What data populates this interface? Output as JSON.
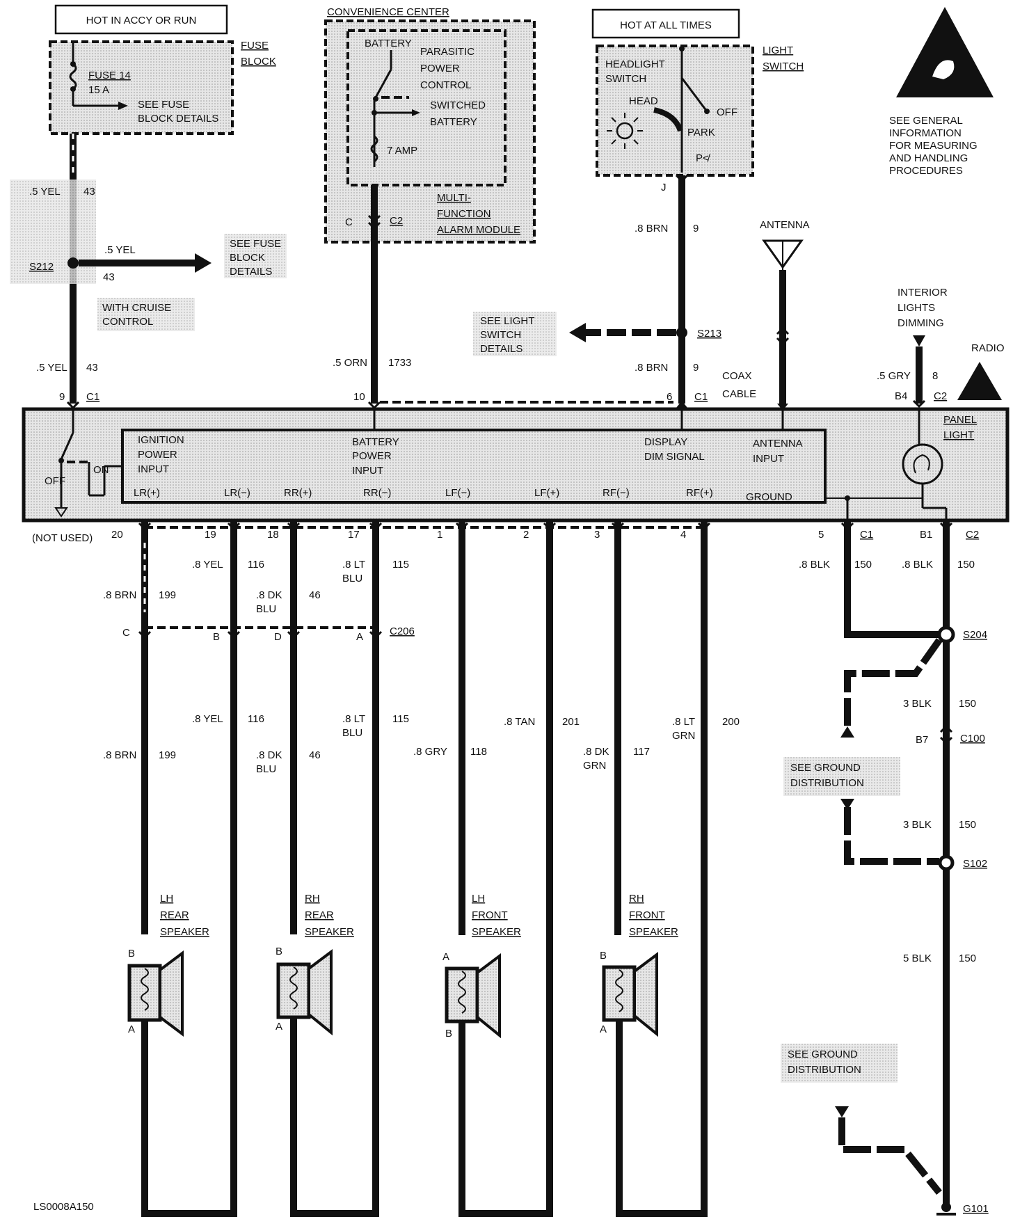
{
  "top": {
    "hot_accy_run": "HOT IN ACCY OR RUN",
    "hot_all_times": "HOT AT ALL TIMES",
    "fuse_block": [
      "FUSE",
      "BLOCK"
    ],
    "fuse_14": "FUSE 14",
    "fuse_14_rating": "15 A",
    "see_fuse_block_details_1": [
      "SEE FUSE",
      "BLOCK DETAILS"
    ],
    "convenience_center": "CONVENIENCE CENTER",
    "battery": "BATTERY",
    "parasitic_power_control": [
      "PARASITIC",
      "POWER",
      "CONTROL"
    ],
    "switched_battery": [
      "SWITCHED",
      "BATTERY"
    ],
    "seven_amp": "7 AMP",
    "mfam": [
      "MULTI-",
      "FUNCTION",
      "ALARM MODULE"
    ],
    "light_switch": [
      "LIGHT",
      "SWITCH"
    ],
    "headlight_switch": [
      "HEADLIGHT",
      "SWITCH"
    ],
    "head": "HEAD",
    "off": "OFF",
    "park": "PARK",
    "esd_note": [
      "SEE GENERAL",
      "INFORMATION",
      "FOR MEASURING",
      "AND HANDLING",
      "PROCEDURES"
    ],
    "antenna": "ANTENNA",
    "interior_lights_dimming": [
      "INTERIOR",
      "LIGHTS",
      "DIMMING"
    ],
    "radio": "RADIO",
    "see_fuse_block_details_2": [
      "SEE FUSE",
      "BLOCK",
      "DETAILS"
    ],
    "with_cruise_control": [
      "WITH CRUISE",
      "CONTROL"
    ],
    "see_light_switch_details": [
      "SEE LIGHT",
      "SWITCH",
      "DETAILS"
    ],
    "coax_cable": [
      "COAX",
      "CABLE"
    ]
  },
  "wires_top": {
    "yel43_a": [
      ".5 YEL",
      "43"
    ],
    "s212": "S212",
    "yel43_b": [
      ".5 YEL",
      "43"
    ],
    "yel43_c": [
      ".5 YEL",
      "43"
    ],
    "pin9_c1": [
      "9",
      "C1"
    ],
    "conn_c": "C",
    "conn_c2": "C2",
    "orn1733": [
      ".5 ORN",
      "1733"
    ],
    "pin10": "10",
    "conn_j": "J",
    "brn9_a": [
      ".8 BRN",
      "9"
    ],
    "s213": "S213",
    "brn9_b": [
      ".8 BRN",
      "9"
    ],
    "pin6_c1": [
      "6",
      "C1"
    ],
    "gry8": [
      ".5 GRY",
      "8"
    ],
    "b4_c2": [
      "B4",
      "C2"
    ]
  },
  "radio_block": {
    "off": "OFF",
    "on": "ON",
    "ignition_power_input": [
      "IGNITION",
      "POWER",
      "INPUT"
    ],
    "battery_power_input": [
      "BATTERY",
      "POWER",
      "INPUT"
    ],
    "display_dim_signal": [
      "DISPLAY",
      "DIM SIGNAL"
    ],
    "antenna_input": [
      "ANTENNA",
      "INPUT"
    ],
    "panel_light": [
      "PANEL",
      "LIGHT"
    ],
    "ground": "GROUND",
    "terminals": [
      "LR(+)",
      "LR(−)",
      "RR(+)",
      "RR(−)",
      "LF(−)",
      "LF(+)",
      "RF(−)",
      "RF(+)"
    ]
  },
  "bottom": {
    "not_used": "(NOT USED)",
    "pins": [
      "20",
      "19",
      "18",
      "17",
      "1",
      "2",
      "3",
      "4",
      "5",
      "C1",
      "B1",
      "C2"
    ],
    "upper_wires": [
      [
        ".8 YEL",
        "116"
      ],
      [
        ".8 LT",
        "BLU",
        "115"
      ],
      [
        ".8 BRN",
        "199"
      ],
      [
        ".8 DK",
        "BLU",
        "46"
      ],
      [
        ".8 BLK",
        "150"
      ],
      [
        ".8 BLK",
        "150"
      ]
    ],
    "c206": [
      "C",
      "B",
      "D",
      "A",
      "C206"
    ],
    "lower_wires": [
      [
        ".8 YEL",
        "116"
      ],
      [
        ".8 LT",
        "BLU",
        "115"
      ],
      [
        ".8 BRN",
        "199"
      ],
      [
        ".8 DK",
        "BLU",
        "46"
      ],
      [
        ".8 GRY",
        "118"
      ],
      [
        ".8 TAN",
        "201"
      ],
      [
        ".8 DK",
        "GRN",
        "117"
      ],
      [
        ".8 LT",
        "GRN",
        "200"
      ]
    ],
    "s204": "S204",
    "blk150_3a": [
      "3 BLK",
      "150"
    ],
    "c100": [
      "B7",
      "C100"
    ],
    "see_ground_distribution_1": [
      "SEE GROUND",
      "DISTRIBUTION"
    ],
    "blk150_3b": [
      "3 BLK",
      "150"
    ],
    "s102": "S102",
    "blk150_5": [
      "5 BLK",
      "150"
    ],
    "see_ground_distribution_2": [
      "SEE GROUND",
      "DISTRIBUTION"
    ],
    "g101": "G101",
    "speakers": [
      {
        "name": [
          "LH",
          "REAR",
          "SPEAKER"
        ],
        "top": "B",
        "bottom": "A"
      },
      {
        "name": [
          "RH",
          "REAR",
          "SPEAKER"
        ],
        "top": "B",
        "bottom": "A"
      },
      {
        "name": [
          "LH",
          "FRONT",
          "SPEAKER"
        ],
        "top": "A",
        "bottom": "B"
      },
      {
        "name": [
          "RH",
          "FRONT",
          "SPEAKER"
        ],
        "top": "B",
        "bottom": "A"
      }
    ],
    "diagram_id": "LS0008A150"
  }
}
